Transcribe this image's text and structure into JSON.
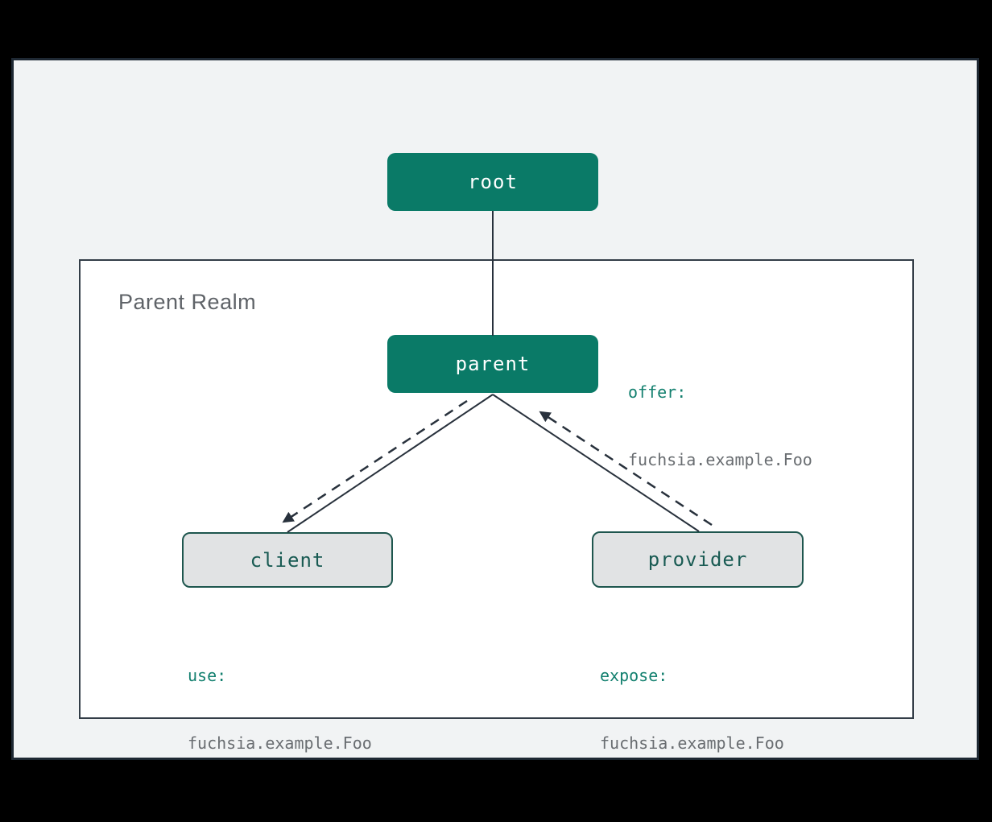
{
  "diagram": {
    "realm": {
      "title": "Parent Realm"
    },
    "nodes": {
      "root": {
        "label": "root"
      },
      "parent": {
        "label": "parent"
      },
      "client": {
        "label": "client"
      },
      "provider": {
        "label": "provider"
      }
    },
    "annotations": {
      "offer": {
        "keyword": "offer:",
        "value": "fuchsia.example.Foo"
      },
      "use": {
        "keyword": "use:",
        "value": "fuchsia.example.Foo"
      },
      "expose": {
        "keyword": "expose:",
        "value": "fuchsia.example.Foo"
      }
    },
    "edges": [
      {
        "from": "root",
        "to": "parent",
        "style": "solid",
        "arrow": "none"
      },
      {
        "from": "parent",
        "to": "client",
        "style": "solid",
        "arrow": "none"
      },
      {
        "from": "parent",
        "to": "provider",
        "style": "solid",
        "arrow": "none"
      },
      {
        "from": "parent",
        "to": "client",
        "style": "dashed",
        "arrow": "to-client"
      },
      {
        "from": "provider",
        "to": "parent",
        "style": "dashed",
        "arrow": "to-parent"
      }
    ],
    "colors": {
      "outer_background": "#000000",
      "panel_background": "#f1f3f4",
      "panel_border": "#1e2833",
      "realm_background": "#ffffff",
      "realm_border": "#333d47",
      "realm_title_text": "#5f6368",
      "node_teal_fill": "#0a7a67",
      "node_teal_text": "#ffffff",
      "node_gray_fill": "#e1e3e4",
      "node_gray_border": "#1e564e",
      "node_gray_text": "#195b53",
      "annotation_keyword": "#13806f",
      "annotation_value": "#696d71",
      "edge_line": "#28313c"
    }
  }
}
